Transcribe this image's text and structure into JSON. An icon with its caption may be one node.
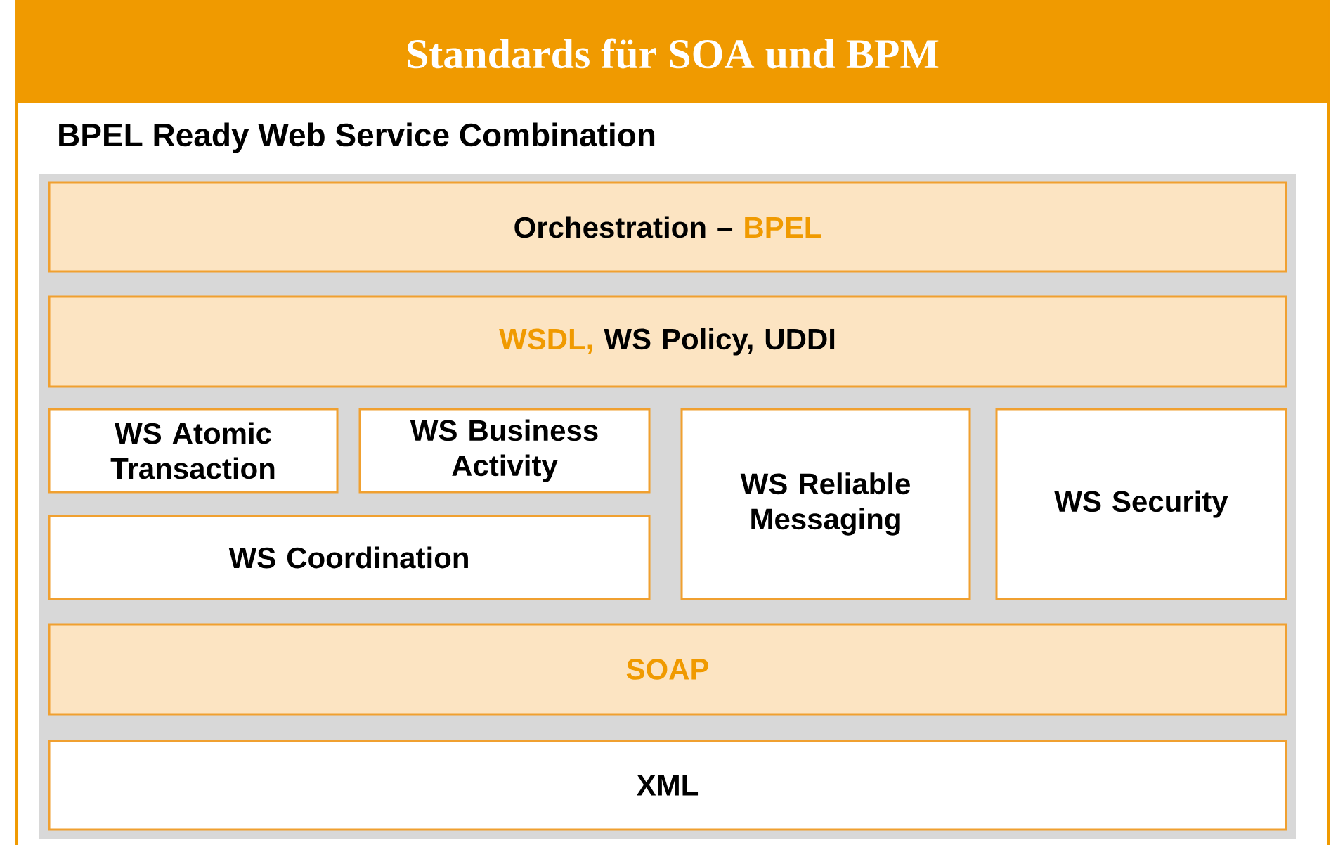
{
  "diagram": {
    "title": "Standards für SOA und BPM",
    "nodes": [
      {
        "text": [
          "Orchestration –",
          "BPEL"
        ]
      },
      {
        "text": [
          "WSDL,",
          "WS Policy, UDDI"
        ]
      },
      {
        "text": [
          "WS Atomic Transaction"
        ]
      },
      {
        "text": [
          "WS Business Activity"
        ]
      },
      {
        "text": [
          "WS Coordination"
        ]
      },
      {
        "text": [
          "WS Reliable Messaging"
        ]
      },
      {
        "text": [
          "WS Security"
        ]
      },
      {
        "text": [
          "SOAP"
        ]
      },
      {
        "text": [
          "XML"
        ]
      }
    ],
    "labels": [
      "BPEL Ready Web Service Combination"
    ]
  }
}
